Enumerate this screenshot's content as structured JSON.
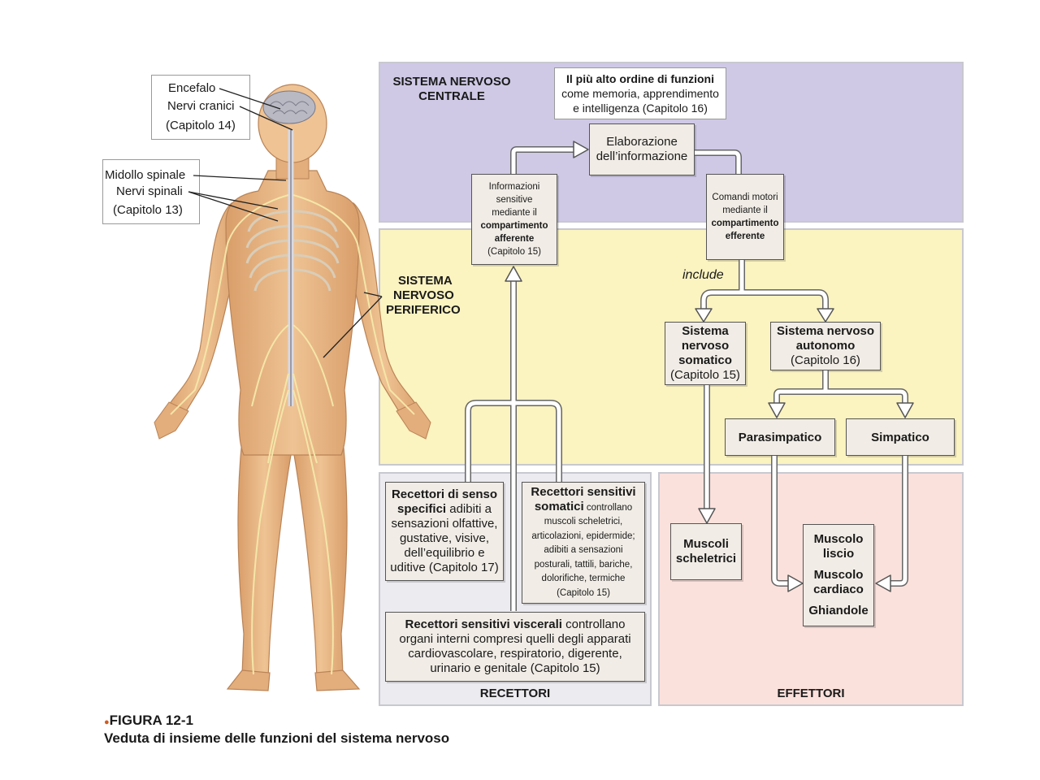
{
  "colors": {
    "cns": "#cfc9e6",
    "pns": "#fbf3c0",
    "receptors": "#ebebf0",
    "effectors": "#fbe1dc",
    "figure_bullet": "#d45a1e",
    "skin": "#e9b98a",
    "nerve": "#f1e2a6"
  },
  "body_labels": {
    "brain": "Encefalo",
    "cranial": "Nervi cranici",
    "brain_chapter": "(Capitolo 14)",
    "spinal_cord": "Midollo spinale",
    "spinal_nerves": "Nervi spinali",
    "spinal_chapter": "(Capitolo 13)",
    "pns_1": "SISTEMA",
    "pns_2": "NERVOSO",
    "pns_3": "PERIFERICO"
  },
  "cns": {
    "title_1": "SISTEMA NERVOSO",
    "title_2": "CENTRALE",
    "higher_1": "Il più alto ordine di funzioni",
    "higher_2": "come memoria, apprendimento",
    "higher_3": "e intelligenza (Capitolo 16)",
    "processing_1": "Elaborazione",
    "processing_2": "dell’informazione"
  },
  "afferent": {
    "l1": "Informazioni",
    "l2": "sensitive",
    "l3": "mediante il",
    "l4": "compartimento",
    "l5": "afferente",
    "l6": "(Capitolo 15)"
  },
  "efferent": {
    "l1": "Comandi motori",
    "l2": "mediante il",
    "l3": "compartimento",
    "l4": "efferente"
  },
  "includes": "include",
  "somatic": {
    "l1": "Sistema",
    "l2": "nervoso",
    "l3": "somatico",
    "l4": "(Capitolo 15)"
  },
  "autonomic": {
    "l1": "Sistema nervoso",
    "l2": "autonomo",
    "l3": "(Capitolo 16)"
  },
  "parasympathetic": "Parasimpatico",
  "sympathetic": "Simpatico",
  "special_receptors": {
    "b1": "Recettori di senso",
    "b2": "specifici",
    "t2": " adibiti a",
    "l3": "sensazioni olfattive,",
    "l4": "gustative, visive,",
    "l5": "dell’equilibrio e",
    "l6": "uditive (Capitolo 17)"
  },
  "somatic_receptors": {
    "b1": "Recettori sensitivi",
    "b2": "somatici",
    "t2": " controllano",
    "l3": "muscoli scheletrici,",
    "l4": "articolazioni, epidermide;",
    "l5": "adibiti a sensazioni",
    "l6": "posturali, tattili, bariche,",
    "l7": "dolorifiche, termiche",
    "l8": "(Capitolo 15)"
  },
  "visceral_receptors": {
    "b1": "Recettori sensitivi viscerali",
    "t1": " controllano",
    "l2": "organi interni compresi quelli degli apparati",
    "l3": "cardiovascolare, respiratorio, digerente,",
    "l4": "urinario e genitale (Capitolo 15)"
  },
  "skeletal_muscles": {
    "l1": "Muscoli",
    "l2": "scheletrici"
  },
  "smooth": {
    "l1": "Muscolo",
    "l2": "liscio",
    "l3": "Muscolo",
    "l4": "cardiaco",
    "l5": "Ghiandole"
  },
  "receptors_title": "RECETTORI",
  "effectors_title": "EFFETTORI",
  "figure": {
    "bullet": "●",
    "number": "FIGURA 12-1",
    "caption": "Veduta di insieme delle funzioni del sistema nervoso"
  }
}
